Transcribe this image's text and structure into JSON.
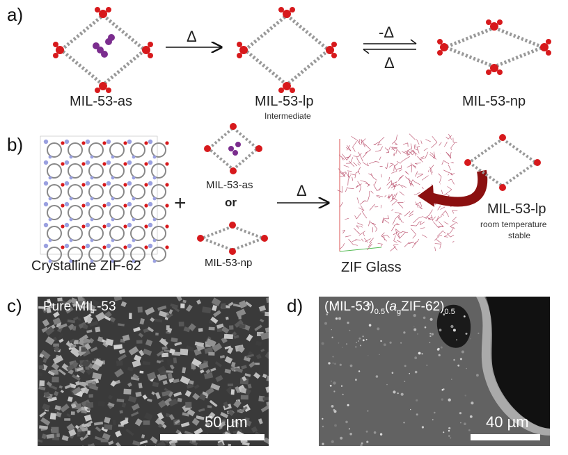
{
  "panel_a": {
    "label": "a)",
    "step1_symbol": "Δ",
    "step2_symbol_top": "-Δ",
    "step2_symbol_bottom": "Δ",
    "struct1": "MIL-53-as",
    "struct2": "MIL-53-lp",
    "struct2_sub": "Intermediate",
    "struct3": "MIL-53-np"
  },
  "panel_b": {
    "label": "b)",
    "crystal": "Crystalline ZIF-62",
    "plus": "+",
    "option1": "MIL-53-as",
    "or": "or",
    "option2": "MIL-53-np",
    "heat": "Δ",
    "glass": "ZIF Glass",
    "product": "MIL-53-lp",
    "product_sub1": "room temperature",
    "product_sub2": "stable"
  },
  "panel_c": {
    "label": "c)",
    "title": "Pure MIL-53",
    "scale": "50 µm"
  },
  "panel_d": {
    "label": "d)",
    "title_part1": "(MIL-53)",
    "title_sub1": "0.5",
    "title_part2": "(",
    "title_italic": "a",
    "title_sub_g": "g",
    "title_part3": "ZIF-62)",
    "title_sub2": "0.5",
    "scale": "40 µm"
  },
  "colors": {
    "oxygen": "#d7191c",
    "metal": "#c8a0a0",
    "carbon": "#8a8a8a",
    "guest": "#7b2d8e",
    "nitrogen": "#9aa0e0",
    "arrow_red": "#8b1010",
    "glass_lines": "#c0607a"
  }
}
